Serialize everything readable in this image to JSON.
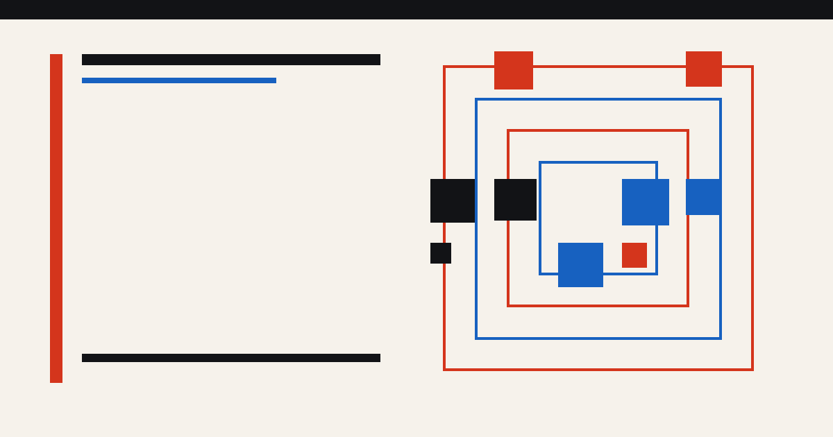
{
  "colors": {
    "background": "#F6F2EB",
    "ink": "#121316",
    "red": "#D4351C",
    "blue": "#1761C0"
  },
  "artwork": {
    "frames": [
      {
        "name": "frame-outer-red",
        "color": "red"
      },
      {
        "name": "frame-blue-2",
        "color": "blue"
      },
      {
        "name": "frame-red-3",
        "color": "red"
      },
      {
        "name": "frame-inner-blue",
        "color": "blue"
      }
    ],
    "blocks": [
      {
        "name": "block-red-top-left",
        "color": "red"
      },
      {
        "name": "block-red-top-right",
        "color": "red"
      },
      {
        "name": "block-black-left",
        "color": "ink"
      },
      {
        "name": "block-black-mid",
        "color": "ink"
      },
      {
        "name": "block-blue-center",
        "color": "blue"
      },
      {
        "name": "block-blue-right",
        "color": "blue"
      },
      {
        "name": "block-black-small",
        "color": "ink"
      },
      {
        "name": "block-blue-low",
        "color": "blue"
      },
      {
        "name": "block-red-small",
        "color": "red"
      }
    ]
  }
}
